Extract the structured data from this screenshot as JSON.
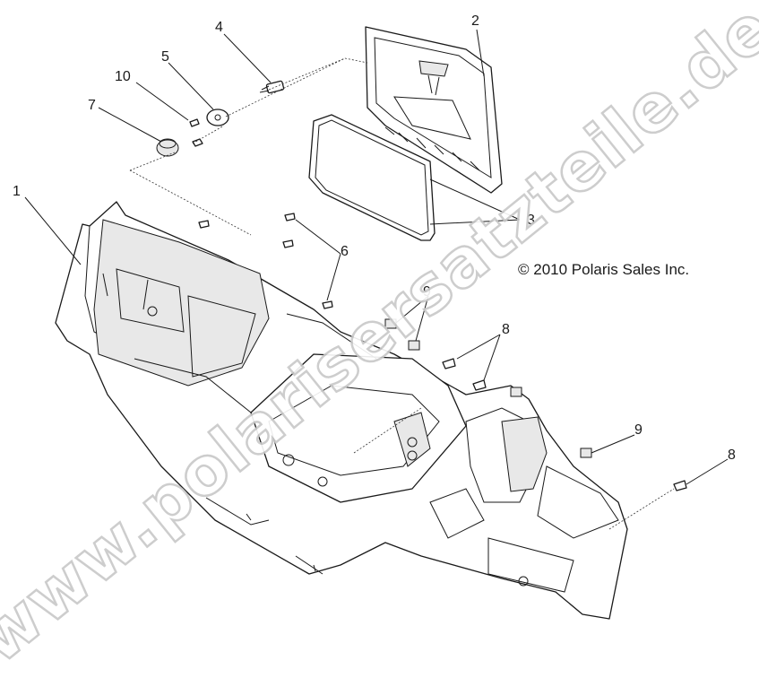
{
  "callouts": [
    {
      "id": "1",
      "label": "1"
    },
    {
      "id": "2",
      "label": "2"
    },
    {
      "id": "3",
      "label": "3"
    },
    {
      "id": "4",
      "label": "4"
    },
    {
      "id": "5",
      "label": "5"
    },
    {
      "id": "6",
      "label": "6"
    },
    {
      "id": "7",
      "label": "7"
    },
    {
      "id": "8a",
      "label": "8"
    },
    {
      "id": "8b",
      "label": "8"
    },
    {
      "id": "9a",
      "label": "9"
    },
    {
      "id": "9b",
      "label": "9"
    },
    {
      "id": "10",
      "label": "10"
    }
  ],
  "copyright": "© 2010 Polaris Sales Inc.",
  "watermark": "www.polarisersatzteile.de"
}
